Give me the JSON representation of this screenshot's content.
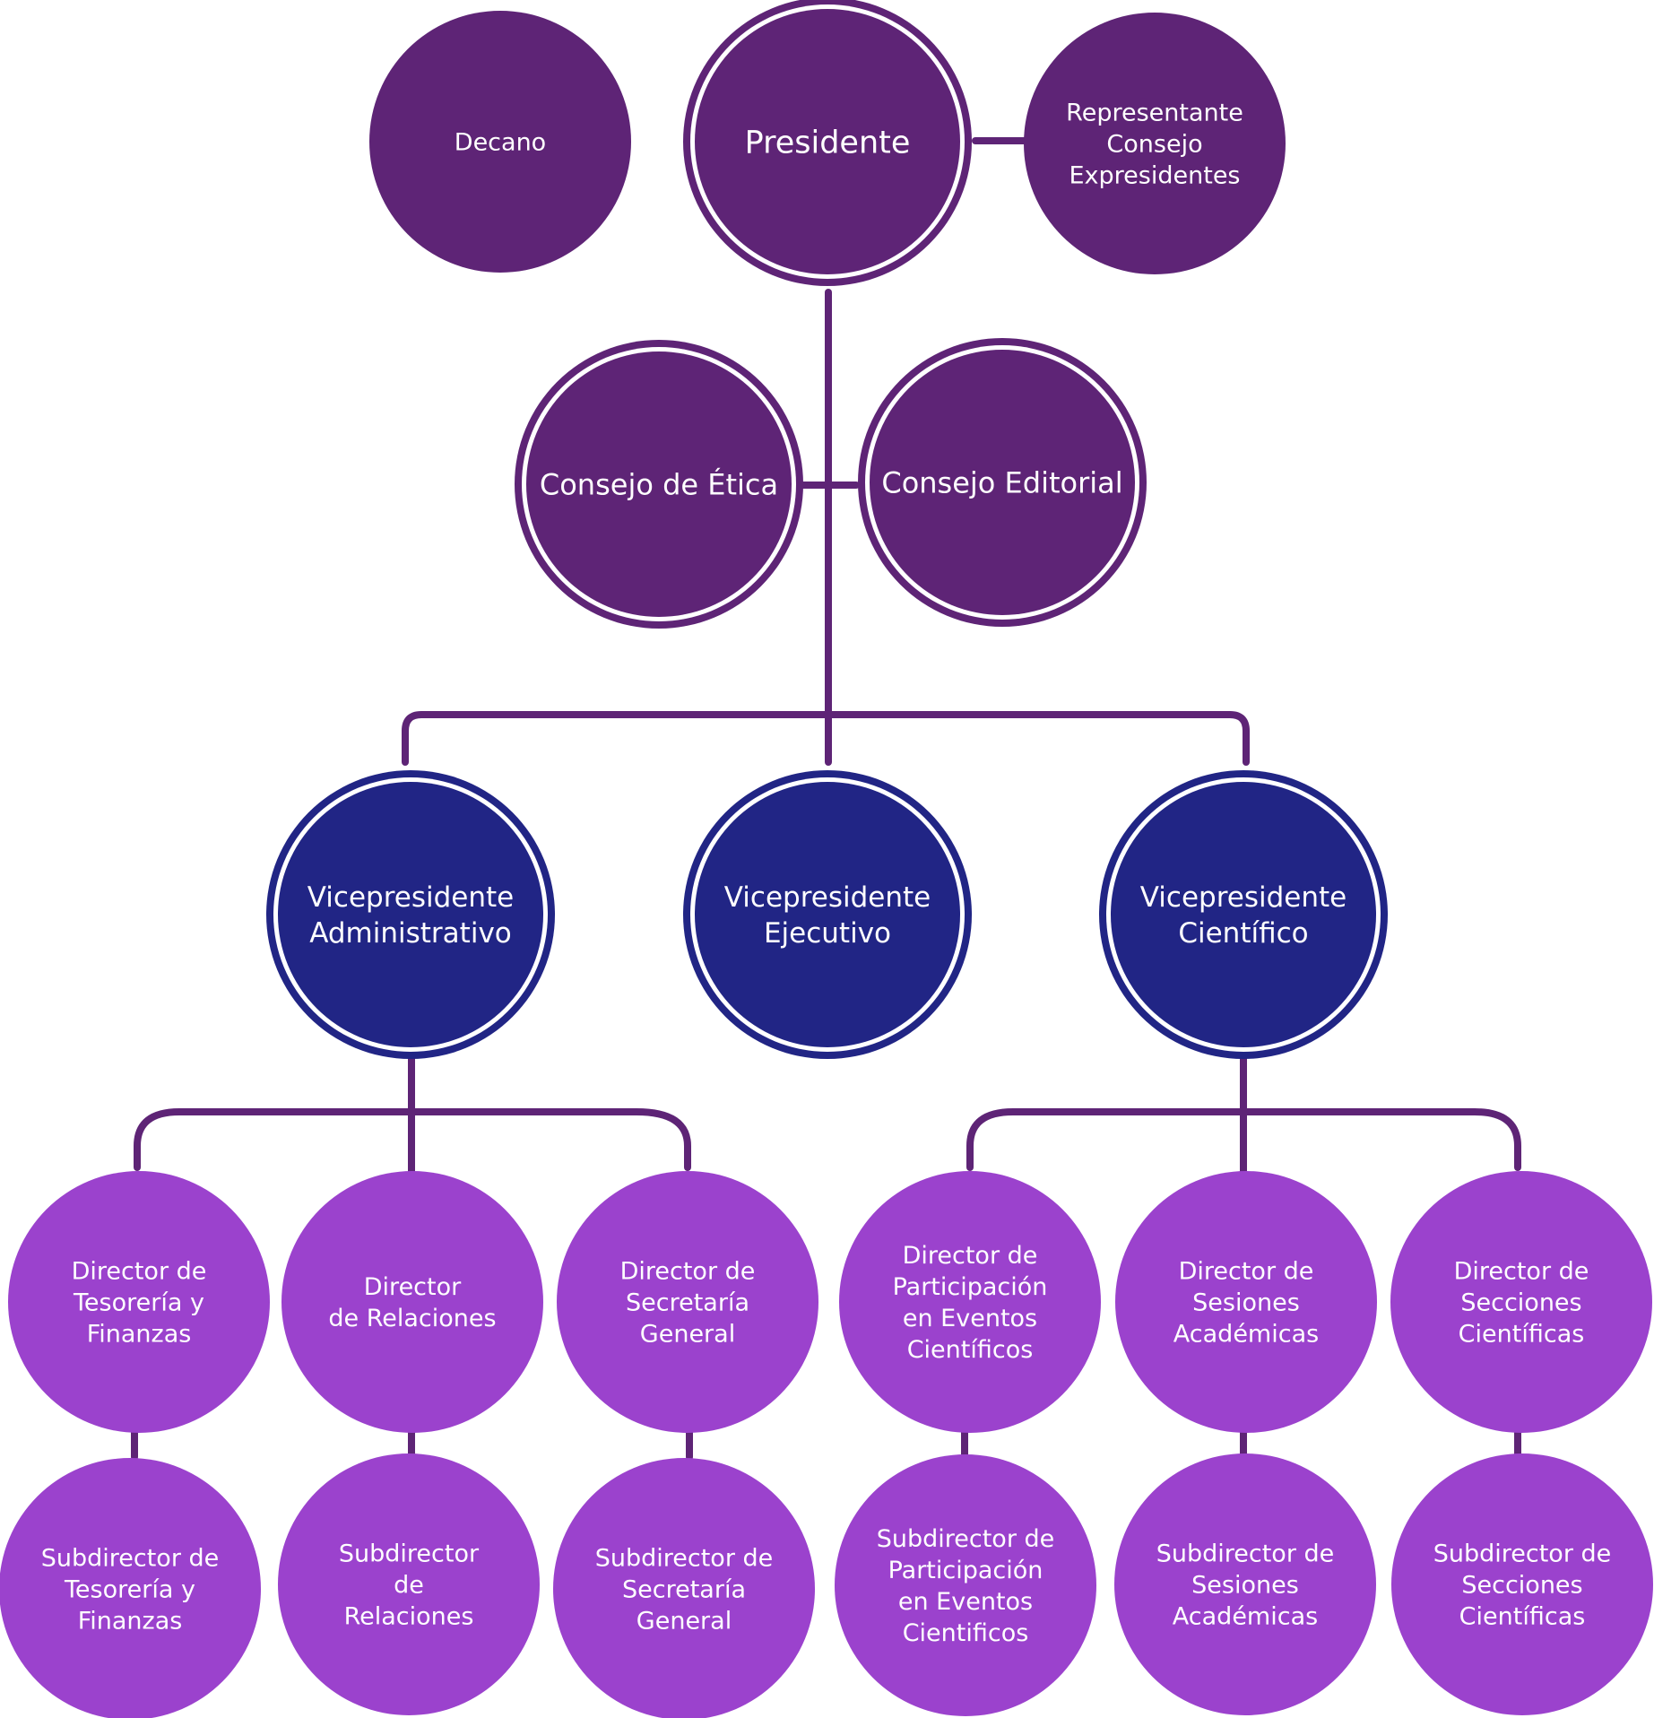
{
  "colors": {
    "top": "#5e2476",
    "vice": "#212585",
    "director": "#9b42cd",
    "line": "#5e2476",
    "ring_gap": "#ffffff",
    "text": "#ffffff"
  },
  "nodes": {
    "decano": {
      "lines": [
        "Decano"
      ]
    },
    "presidente": {
      "lines": [
        "Presidente"
      ]
    },
    "representante": {
      "lines": [
        "Representante",
        "Consejo",
        "Expresidentes"
      ]
    },
    "consejo_etica": {
      "lines": [
        "Consejo de Ética"
      ]
    },
    "consejo_editorial": {
      "lines": [
        "Consejo Editorial"
      ]
    },
    "vp_admin": {
      "lines": [
        "Vicepresidente",
        "Administrativo"
      ]
    },
    "vp_ejecutivo": {
      "lines": [
        "Vicepresidente",
        "Ejecutivo"
      ]
    },
    "vp_cientifico": {
      "lines": [
        "Vicepresidente",
        "Científico"
      ]
    },
    "dir_tesoreria": {
      "lines": [
        "Director de",
        "Tesorería y",
        "Finanzas"
      ]
    },
    "dir_relaciones": {
      "lines": [
        "Director",
        "de Relaciones"
      ]
    },
    "dir_secretaria": {
      "lines": [
        "Director de",
        "Secretaría",
        "General"
      ]
    },
    "dir_participacion": {
      "lines": [
        "Director de",
        "Participación",
        "en Eventos",
        "Científicos"
      ]
    },
    "dir_sesiones": {
      "lines": [
        "Director de",
        "Sesiones",
        "Académicas"
      ]
    },
    "dir_secciones": {
      "lines": [
        "Director de",
        "Secciones",
        "Científicas"
      ]
    },
    "sub_tesoreria": {
      "lines": [
        "Subdirector de",
        "Tesorería y",
        "Finanzas"
      ]
    },
    "sub_relaciones": {
      "lines": [
        "Subdirector",
        "de",
        "Relaciones"
      ]
    },
    "sub_secretaria": {
      "lines": [
        "Subdirector de",
        "Secretaría",
        "General"
      ]
    },
    "sub_participacion": {
      "lines": [
        "Subdirector de",
        "Participación",
        "en Eventos",
        "Cientificos"
      ]
    },
    "sub_sesiones": {
      "lines": [
        "Subdirector de",
        "Sesiones",
        "Académicas"
      ]
    },
    "sub_secciones": {
      "lines": [
        "Subdirector de",
        "Secciones",
        "Científicas"
      ]
    }
  }
}
